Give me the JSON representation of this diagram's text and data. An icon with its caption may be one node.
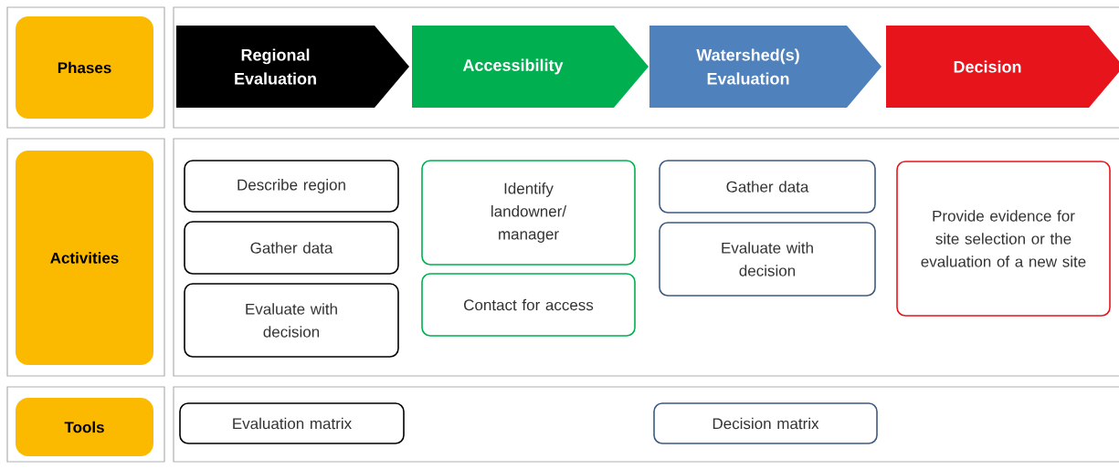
{
  "diagram": {
    "nodes": [
      {
        "text": [
          "Phases"
        ]
      },
      {
        "text": [
          "Regional Evaluation"
        ]
      },
      {
        "text": [
          "Accessibility"
        ]
      },
      {
        "text": [
          "Watershed(s) Evaluation"
        ]
      },
      {
        "text": [
          "Decision"
        ]
      },
      {
        "text": [
          "Activities"
        ]
      },
      {
        "text": [
          "Describe region"
        ]
      },
      {
        "text": [
          "Gather data"
        ]
      },
      {
        "text": [
          "Evaluate with decision"
        ]
      },
      {
        "text": [
          "Identify landowner/ manager"
        ]
      },
      {
        "text": [
          "Contact for access"
        ]
      },
      {
        "text": [
          "Gather data"
        ]
      },
      {
        "text": [
          "Evaluate with decision"
        ]
      },
      {
        "text": [
          "Provide evidence for site selection or the evaluation of a new site"
        ]
      },
      {
        "text": [
          "Tools"
        ]
      },
      {
        "text": [
          "Evaluation matrix"
        ]
      },
      {
        "text": [
          "Decision matrix"
        ]
      }
    ]
  }
}
